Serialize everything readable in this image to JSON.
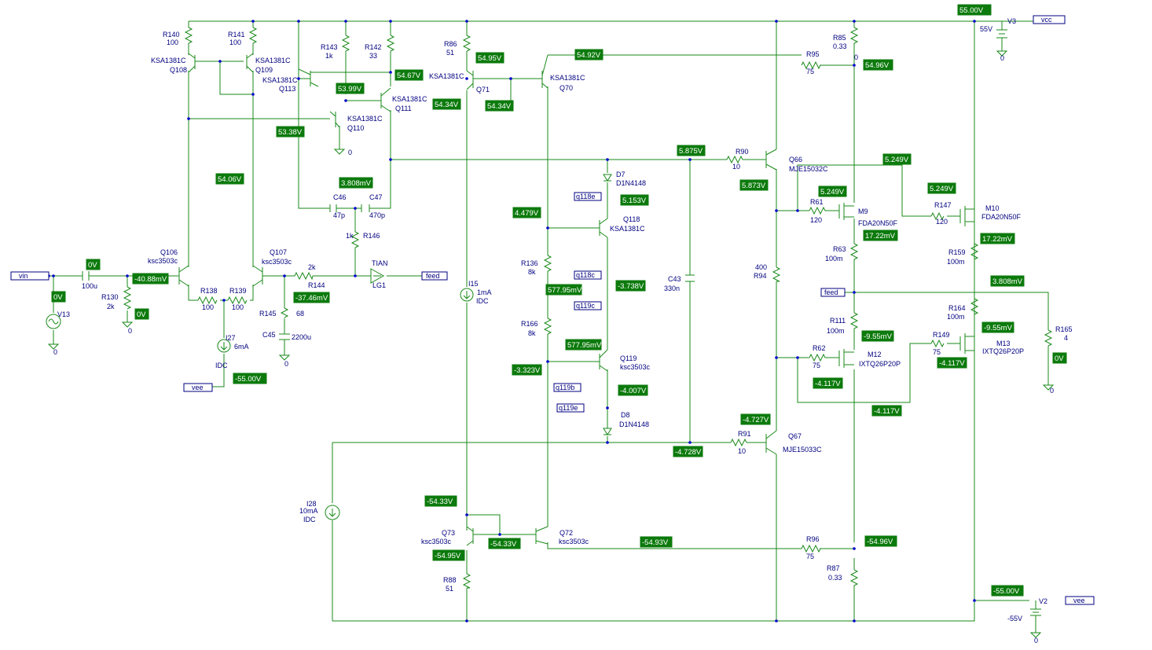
{
  "labels": [
    {
      "id": "r140",
      "t": "R140"
    },
    {
      "id": "r140v",
      "t": "100"
    },
    {
      "id": "r141",
      "t": "R141"
    },
    {
      "id": "r141v",
      "t": "100"
    },
    {
      "id": "q108n",
      "t": "KSA1381C"
    },
    {
      "id": "q108",
      "t": "Q108"
    },
    {
      "id": "q109n",
      "t": "KSA1381C"
    },
    {
      "id": "q109",
      "t": "Q109"
    },
    {
      "id": "q113n",
      "t": "KSA1381C"
    },
    {
      "id": "q113",
      "t": "Q113"
    },
    {
      "id": "r143",
      "t": "R143"
    },
    {
      "id": "r143v",
      "t": "1k"
    },
    {
      "id": "r142",
      "t": "R142"
    },
    {
      "id": "r142v",
      "t": "33"
    },
    {
      "id": "q111n",
      "t": "KSA1381C"
    },
    {
      "id": "q111",
      "t": "Q111"
    },
    {
      "id": "q110n",
      "t": "KSA1381C"
    },
    {
      "id": "q110",
      "t": "Q110"
    },
    {
      "id": "r86",
      "t": "R86"
    },
    {
      "id": "r86v",
      "t": "51"
    },
    {
      "id": "q71n",
      "t": "KSA1381C"
    },
    {
      "id": "q71",
      "t": "Q71"
    },
    {
      "id": "q70n",
      "t": "KSA1381C"
    },
    {
      "id": "q70",
      "t": "Q70"
    },
    {
      "id": "r85",
      "t": "R85"
    },
    {
      "id": "r85v",
      "t": "0.33"
    },
    {
      "id": "r95",
      "t": "R95"
    },
    {
      "id": "r95v",
      "t": "75"
    },
    {
      "id": "v3",
      "t": "V3"
    },
    {
      "id": "v3v",
      "t": "55V"
    },
    {
      "id": "c46",
      "t": "C46"
    },
    {
      "id": "c46v",
      "t": "47p"
    },
    {
      "id": "c47",
      "t": "C47"
    },
    {
      "id": "c47v",
      "t": "470p"
    },
    {
      "id": "r146v",
      "t": "1k"
    },
    {
      "id": "r146",
      "t": "R146"
    },
    {
      "id": "tian",
      "t": "TIAN"
    },
    {
      "id": "lg1",
      "t": "LG1"
    },
    {
      "id": "q106",
      "t": "Q106"
    },
    {
      "id": "q106n",
      "t": "ksc3503c"
    },
    {
      "id": "q107",
      "t": "Q107"
    },
    {
      "id": "q107n",
      "t": "ksc3503c"
    },
    {
      "id": "r144v",
      "t": "2k"
    },
    {
      "id": "r144",
      "t": "R144"
    },
    {
      "id": "r138",
      "t": "R138"
    },
    {
      "id": "r138v",
      "t": "100"
    },
    {
      "id": "r139",
      "t": "R139"
    },
    {
      "id": "r139v",
      "t": "100"
    },
    {
      "id": "c1v",
      "t": "100u"
    },
    {
      "id": "r130",
      "t": "R130"
    },
    {
      "id": "r130v",
      "t": "2k"
    },
    {
      "id": "v13",
      "t": "V13"
    },
    {
      "id": "r145",
      "t": "R145"
    },
    {
      "id": "r145v",
      "t": "68"
    },
    {
      "id": "c45",
      "t": "C45"
    },
    {
      "id": "c45v",
      "t": "2200u"
    },
    {
      "id": "i27",
      "t": "I27"
    },
    {
      "id": "i27v",
      "t": "6mA"
    },
    {
      "id": "i27t",
      "t": "IDC"
    },
    {
      "id": "i15",
      "t": "I15"
    },
    {
      "id": "i15v",
      "t": "1mA"
    },
    {
      "id": "i15t",
      "t": "IDC"
    },
    {
      "id": "d7",
      "t": "D7"
    },
    {
      "id": "d7n",
      "t": "D1N4148"
    },
    {
      "id": "q118",
      "t": "Q118"
    },
    {
      "id": "q118n",
      "t": "KSA1381C"
    },
    {
      "id": "r136",
      "t": "R136"
    },
    {
      "id": "r136v",
      "t": "8k"
    },
    {
      "id": "r166",
      "t": "R166"
    },
    {
      "id": "r166v",
      "t": "8k"
    },
    {
      "id": "q119",
      "t": "Q119"
    },
    {
      "id": "q119n",
      "t": "ksc3503c"
    },
    {
      "id": "d8",
      "t": "D8"
    },
    {
      "id": "d8n",
      "t": "D1N4148"
    },
    {
      "id": "c43",
      "t": "C43"
    },
    {
      "id": "c43v",
      "t": "330n"
    },
    {
      "id": "r90",
      "t": "R90"
    },
    {
      "id": "r90v",
      "t": "10"
    },
    {
      "id": "q66",
      "t": "Q66"
    },
    {
      "id": "q66n",
      "t": "MJE15032C"
    },
    {
      "id": "r94v",
      "t": "400"
    },
    {
      "id": "r94",
      "t": "R94"
    },
    {
      "id": "r61",
      "t": "R61"
    },
    {
      "id": "r61v",
      "t": "120"
    },
    {
      "id": "m9",
      "t": "M9"
    },
    {
      "id": "m9n",
      "t": "FDA20N50F"
    },
    {
      "id": "r63",
      "t": "R63"
    },
    {
      "id": "r63v",
      "t": "100m"
    },
    {
      "id": "r147",
      "t": "R147"
    },
    {
      "id": "r147v",
      "t": "120"
    },
    {
      "id": "m10",
      "t": "M10"
    },
    {
      "id": "m10n",
      "t": "FDA20N50F"
    },
    {
      "id": "r159",
      "t": "R159"
    },
    {
      "id": "r159v",
      "t": "100m"
    },
    {
      "id": "r164",
      "t": "R164"
    },
    {
      "id": "r164v",
      "t": "100m"
    },
    {
      "id": "r165",
      "t": "R165"
    },
    {
      "id": "r165v",
      "t": "4"
    },
    {
      "id": "r111",
      "t": "R111"
    },
    {
      "id": "r111v",
      "t": "100m"
    },
    {
      "id": "r62",
      "t": "R62"
    },
    {
      "id": "r62v",
      "t": "75"
    },
    {
      "id": "m12",
      "t": "M12"
    },
    {
      "id": "m12n",
      "t": "IXTQ26P20P"
    },
    {
      "id": "r149",
      "t": "R149"
    },
    {
      "id": "r149v",
      "t": "75"
    },
    {
      "id": "m13",
      "t": "M13"
    },
    {
      "id": "m13n",
      "t": "IXTQ26P20P"
    },
    {
      "id": "r91",
      "t": "R91"
    },
    {
      "id": "r91v",
      "t": "10"
    },
    {
      "id": "q67",
      "t": "Q67"
    },
    {
      "id": "q67n",
      "t": "MJE15033C"
    },
    {
      "id": "i28",
      "t": "I28"
    },
    {
      "id": "i28v",
      "t": "10mA"
    },
    {
      "id": "i28t",
      "t": "IDC"
    },
    {
      "id": "q73",
      "t": "Q73"
    },
    {
      "id": "q73n",
      "t": "ksc3503c"
    },
    {
      "id": "q72",
      "t": "Q72"
    },
    {
      "id": "q72n",
      "t": "ksc3503c"
    },
    {
      "id": "r88",
      "t": "R88"
    },
    {
      "id": "r88v",
      "t": "51"
    },
    {
      "id": "r96",
      "t": "R96"
    },
    {
      "id": "r96v",
      "t": "75"
    },
    {
      "id": "r87",
      "t": "R87"
    },
    {
      "id": "r87v",
      "t": "0.33"
    },
    {
      "id": "v2",
      "t": "V2"
    },
    {
      "id": "v2v",
      "t": "-55V"
    },
    {
      "id": "g1",
      "t": "0"
    },
    {
      "id": "g2",
      "t": "0"
    },
    {
      "id": "g3",
      "t": "0"
    },
    {
      "id": "g4",
      "t": "0"
    },
    {
      "id": "g5",
      "t": "0"
    },
    {
      "id": "g6",
      "t": "0"
    },
    {
      "id": "g7",
      "t": "0"
    },
    {
      "id": "g8",
      "t": "0"
    }
  ],
  "voltages": [
    {
      "id": "v_top",
      "t": "55.00V"
    },
    {
      "id": "v_5495",
      "t": "54.95V"
    },
    {
      "id": "v_5492",
      "t": "54.92V"
    },
    {
      "id": "v_5467",
      "t": "54.67V"
    },
    {
      "id": "v_5399",
      "t": "53.99V"
    },
    {
      "id": "v_5434a",
      "t": "54.34V"
    },
    {
      "id": "v_5434b",
      "t": "54.34V"
    },
    {
      "id": "v_5496",
      "t": "54.96V"
    },
    {
      "id": "v_5338",
      "t": "53.38V"
    },
    {
      "id": "v_5406",
      "t": "54.06V"
    },
    {
      "id": "v_3808a",
      "t": "3.808mV"
    },
    {
      "id": "v_5875",
      "t": "5.875V"
    },
    {
      "id": "v_5873",
      "t": "5.873V"
    },
    {
      "id": "v_5249a",
      "t": "5.249V"
    },
    {
      "id": "v_5249b",
      "t": "5.249V"
    },
    {
      "id": "v_5249c",
      "t": "5.249V"
    },
    {
      "id": "v_1722a",
      "t": "17.22mV"
    },
    {
      "id": "v_1722b",
      "t": "17.22mV"
    },
    {
      "id": "v_5153",
      "t": "5.153V"
    },
    {
      "id": "v_4479",
      "t": "4.479V"
    },
    {
      "id": "v_0a",
      "t": "0V"
    },
    {
      "id": "v_0b",
      "t": "0V"
    },
    {
      "id": "v_0c",
      "t": "0V"
    },
    {
      "id": "v_4088",
      "t": "-40.88mV"
    },
    {
      "id": "v_3746",
      "t": "-37.46mV"
    },
    {
      "id": "v_57795a",
      "t": "577.95mV"
    },
    {
      "id": "v_3738",
      "t": "-3.738V"
    },
    {
      "id": "v_3808b",
      "t": "3.808mV"
    },
    {
      "id": "v_955a",
      "t": "-9.55mV"
    },
    {
      "id": "v_955b",
      "t": "-9.55mV"
    },
    {
      "id": "v_57795b",
      "t": "577.95mV"
    },
    {
      "id": "v_3323",
      "t": "-3.323V"
    },
    {
      "id": "v_4007",
      "t": "-4.007V"
    },
    {
      "id": "v_4117a",
      "t": "-4.117V"
    },
    {
      "id": "v_4117b",
      "t": "-4.117V"
    },
    {
      "id": "v_4117c",
      "t": "-4.117V"
    },
    {
      "id": "v_0d",
      "t": "0V"
    },
    {
      "id": "v_m55a",
      "t": "-55.00V"
    },
    {
      "id": "v_4727",
      "t": "-4.727V"
    },
    {
      "id": "v_4728",
      "t": "-4.728V"
    },
    {
      "id": "v_5433a",
      "t": "-54.33V"
    },
    {
      "id": "v_5433b",
      "t": "-54.33V"
    },
    {
      "id": "v_5495n",
      "t": "-54.95V"
    },
    {
      "id": "v_5493n",
      "t": "-54.93V"
    },
    {
      "id": "v_5496n",
      "t": "-54.96V"
    },
    {
      "id": "v_m55b",
      "t": "-55.00V"
    }
  ],
  "ports": [
    {
      "id": "p_vcc",
      "t": "vcc"
    },
    {
      "id": "p_vin",
      "t": "vin"
    },
    {
      "id": "p_vee1",
      "t": "vee"
    },
    {
      "id": "p_feed1",
      "t": "feed"
    },
    {
      "id": "p_feed2",
      "t": "feed"
    },
    {
      "id": "p_vee2",
      "t": "vee"
    },
    {
      "id": "p_q118e",
      "t": "q118e"
    },
    {
      "id": "p_q118c",
      "t": "q118c"
    },
    {
      "id": "p_q119c",
      "t": "q119c"
    },
    {
      "id": "p_q119b",
      "t": "q119b"
    },
    {
      "id": "p_q119e",
      "t": "q119e"
    }
  ]
}
